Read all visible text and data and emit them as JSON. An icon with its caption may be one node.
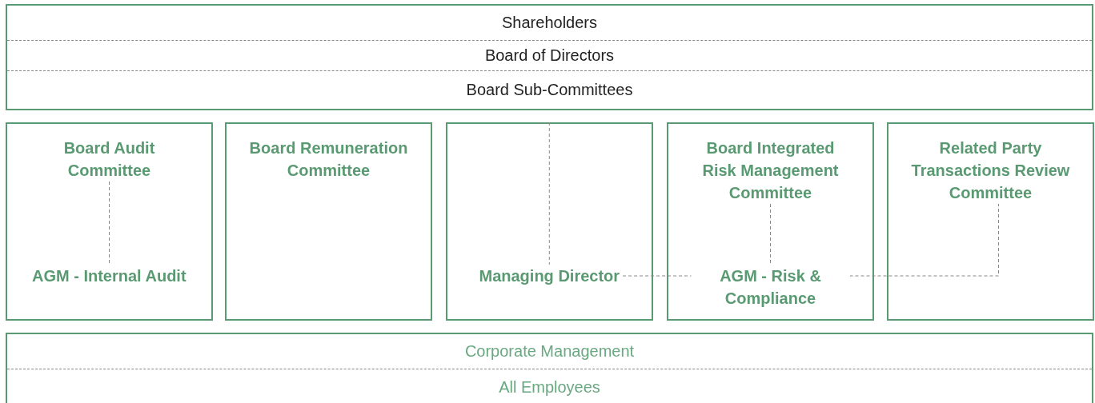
{
  "diagram": {
    "nodes": [
      {
        "text": [
          "Shareholders"
        ]
      },
      {
        "text": [
          "Board of Directors"
        ]
      },
      {
        "text": [
          "Board Sub-Committees"
        ]
      },
      {
        "text": [],
        "shape": "box"
      },
      {
        "text": [
          "Board Audit Committee"
        ],
        "in": 3
      },
      {
        "text": [
          "AGM - Internal Audit"
        ],
        "in": 3
      },
      {
        "text": [],
        "shape": "box"
      },
      {
        "text": [
          "Board Remuneration Committee"
        ],
        "in": 6
      },
      {
        "text": [],
        "shape": "box"
      },
      {
        "text": [
          "Managing Director"
        ],
        "in": 8
      },
      {
        "text": [],
        "shape": "box"
      },
      {
        "text": [
          "Board Integrated Risk Management Committee"
        ],
        "in": 10
      },
      {
        "text": [
          "AGM - Risk & Compliance"
        ],
        "in": 10
      },
      {
        "text": [],
        "shape": "box"
      },
      {
        "text": [
          "Related Party Transactions Review Committee"
        ],
        "in": 13
      },
      {
        "text": [
          "Corporate Management"
        ]
      },
      {
        "text": [
          "All Employees"
        ]
      }
    ],
    "edges": [
      {
        "from": 4,
        "to": 5,
        "arrow": "none",
        "style": "dashed"
      },
      {
        "from": 8,
        "to": 9,
        "arrow": "none",
        "style": "dashed"
      },
      {
        "from": 11,
        "to": 12,
        "arrow": "none",
        "style": "dashed"
      },
      {
        "from": 9,
        "to": 12,
        "arrow": "none",
        "style": "dashed"
      },
      {
        "from": 12,
        "to": 14,
        "arrow": "none",
        "style": "dashed"
      }
    ]
  }
}
